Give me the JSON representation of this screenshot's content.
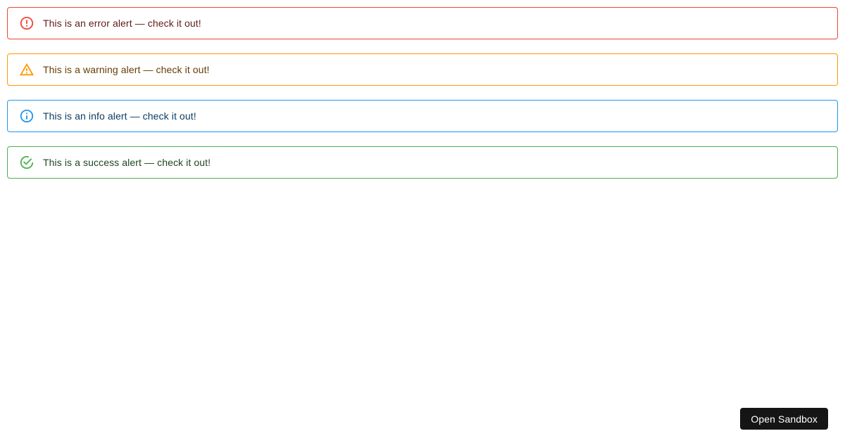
{
  "page": {
    "background": "#ffffff"
  },
  "alerts": [
    {
      "severity": "error",
      "message": "This is an error alert — check it out!",
      "icon": "error-outline-icon",
      "border_color": "#f44336",
      "icon_color": "#f44336",
      "text_color": "#611a15"
    },
    {
      "severity": "warning",
      "message": "This is a warning alert — check it out!",
      "icon": "warning-triangle-icon",
      "border_color": "#ff9800",
      "icon_color": "#ff9800",
      "text_color": "#663c00"
    },
    {
      "severity": "info",
      "message": "This is an info alert — check it out!",
      "icon": "info-outline-icon",
      "border_color": "#2196f3",
      "icon_color": "#2196f3",
      "text_color": "#0d3c61"
    },
    {
      "severity": "success",
      "message": "This is a success alert — check it out!",
      "icon": "check-circle-outline-icon",
      "border_color": "#4caf50",
      "icon_color": "#4caf50",
      "text_color": "#1e4620"
    }
  ],
  "footer": {
    "open_sandbox_label": "Open Sandbox",
    "button_bg": "#151515",
    "button_text_color": "#ffffff"
  }
}
